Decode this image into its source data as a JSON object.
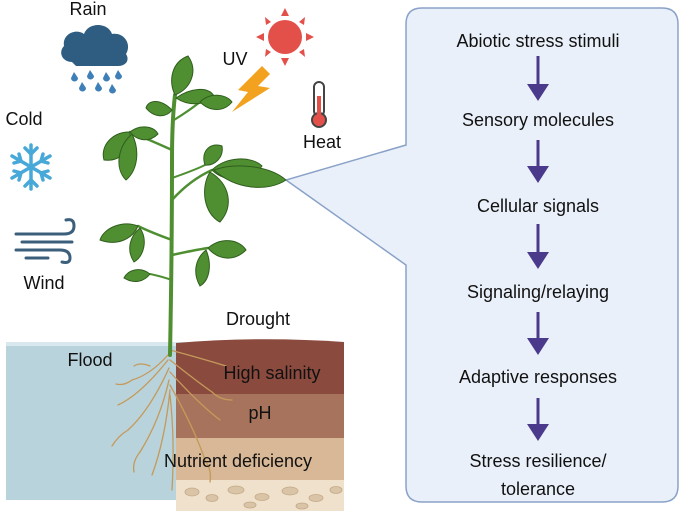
{
  "stressors": {
    "rain": "Rain",
    "uv": "UV",
    "cold": "Cold",
    "heat": "Heat",
    "wind": "Wind",
    "drought": "Drought",
    "flood": "Flood",
    "high_salinity": "High salinity",
    "ph": "pH",
    "nutrient_deficiency": "Nutrient deficiency"
  },
  "pathway": {
    "steps": [
      "Abiotic stress stimuli",
      "Sensory molecules",
      "Cellular signals",
      "Signaling/relaying",
      "Adaptive responses",
      "Stress resilience/"
    ],
    "last_step_line2": "tolerance"
  },
  "colors": {
    "panel_fill": "#eaf0fa",
    "panel_stroke": "#8aa2c8",
    "arrow": "#4b3a8c",
    "leaf": "#4f8f32",
    "leaf_dark": "#2f5e1c",
    "water": "#b9d3dc",
    "soil_top": "#8a4a3e",
    "soil_mid": "#a8735c",
    "soil_low": "#d8b896",
    "soil_base": "#efe1cc",
    "sun": "#e3504a",
    "cloud": "#2f5d82",
    "rain": "#3f7fb8",
    "snow": "#48a8d8",
    "bolt": "#f2a21e"
  }
}
